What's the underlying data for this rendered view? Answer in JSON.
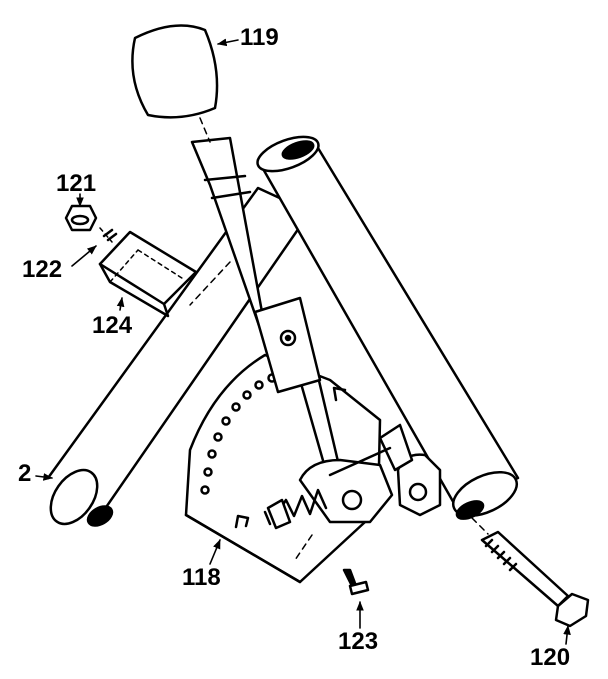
{
  "diagram": {
    "part_labels": {
      "p119": "119",
      "p121": "121",
      "p122": "122",
      "p124": "124",
      "p2": "2",
      "p118": "118",
      "p123": "123",
      "p120": "120"
    },
    "colors": {
      "ink": "#000000",
      "paper": "#ffffff",
      "shade": "#d8d8d8"
    }
  }
}
